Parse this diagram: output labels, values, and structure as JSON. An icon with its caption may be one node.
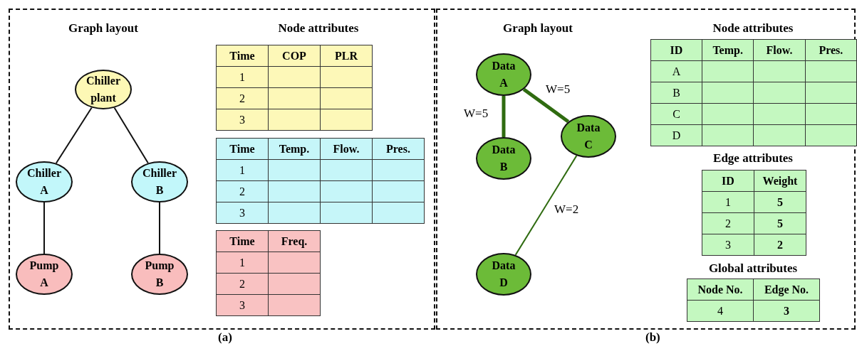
{
  "diagram": {
    "nodes": [
      {
        "text": [
          "(a)"
        ]
      },
      {
        "text": [
          "Chiller plant"
        ],
        "in": 0
      },
      {
        "text": [
          "Chiller A"
        ],
        "in": 0
      },
      {
        "text": [
          "Chiller B"
        ],
        "in": 0
      },
      {
        "text": [
          "Pump A"
        ],
        "in": 0
      },
      {
        "text": [
          "Pump B"
        ],
        "in": 0
      },
      {
        "text": [
          "(b)"
        ]
      },
      {
        "text": [
          "Data A"
        ],
        "in": 6
      },
      {
        "text": [
          "Data B"
        ],
        "in": 6
      },
      {
        "text": [
          "Data C"
        ],
        "in": 6
      },
      {
        "text": [
          "Data D"
        ],
        "in": 6
      }
    ],
    "edges": [
      {
        "from": 1,
        "to": 2,
        "arrow": "none"
      },
      {
        "from": 1,
        "to": 3,
        "arrow": "none"
      },
      {
        "from": 2,
        "to": 4,
        "arrow": "none"
      },
      {
        "from": 3,
        "to": 5,
        "arrow": "none"
      },
      {
        "from": 7,
        "to": 8,
        "arrow": "none",
        "label": "W=5",
        "style": "thick",
        "color": "#2f6b10"
      },
      {
        "from": 7,
        "to": 9,
        "arrow": "none",
        "label": "W=5",
        "style": "thick",
        "color": "#2f6b10"
      },
      {
        "from": 9,
        "to": 10,
        "arrow": "none",
        "label": "W=2",
        "color": "#2f6b10"
      }
    ],
    "labels": [
      "Graph layout",
      "Node attributes",
      "Time",
      "COP",
      "PLR",
      "1",
      "2",
      "3",
      "Time",
      "Temp.",
      "Flow.",
      "Pres.",
      "1",
      "2",
      "3",
      "Time",
      "Freq.",
      "1",
      "2",
      "3",
      "Graph layout",
      "Node attributes",
      "ID",
      "Temp.",
      "Flow.",
      "Pres.",
      "A",
      "B",
      "C",
      "D",
      "Edge attributes",
      "ID",
      "Weight",
      "1",
      "5",
      "2",
      "5",
      "3",
      "2",
      "Global attributes",
      "Node No.",
      "Edge No.",
      "4",
      "3"
    ]
  }
}
